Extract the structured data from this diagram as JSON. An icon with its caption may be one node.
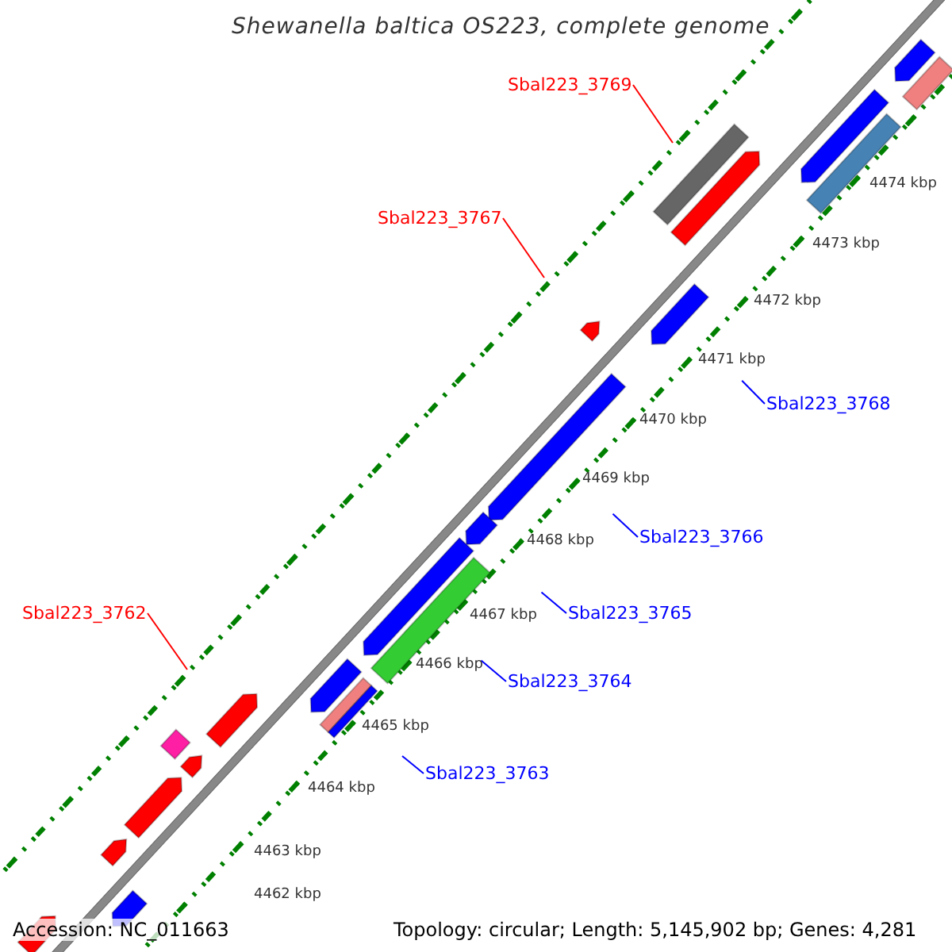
{
  "diagram": {
    "title": "Shewanella baltica OS223, complete genome",
    "nodes": [
      {
        "text": [
          "Sbal223_3769"
        ]
      },
      {
        "text": [
          "Sbal223_3767"
        ]
      },
      {
        "text": [
          "Sbal223_3762"
        ]
      },
      {
        "text": [
          "Sbal223_3768"
        ]
      },
      {
        "text": [
          "Sbal223_3766"
        ]
      },
      {
        "text": [
          "Sbal223_3765"
        ]
      },
      {
        "text": [
          "Sbal223_3764"
        ]
      },
      {
        "text": [
          "Sbal223_3763"
        ]
      }
    ],
    "edges": [
      {
        "from": 0,
        "to": null,
        "arrow": "none",
        "color": "#ff0000"
      },
      {
        "from": 1,
        "to": null,
        "arrow": "none",
        "color": "#ff0000"
      },
      {
        "from": 2,
        "to": null,
        "arrow": "none",
        "color": "#ff0000"
      },
      {
        "from": 3,
        "to": null,
        "arrow": "none"
      },
      {
        "from": 4,
        "to": null,
        "arrow": "none"
      },
      {
        "from": 5,
        "to": null,
        "arrow": "none"
      },
      {
        "from": 6,
        "to": null,
        "arrow": "none"
      },
      {
        "from": 7,
        "to": null,
        "arrow": "none"
      }
    ],
    "labels": [
      "4474 kbp",
      "4473 kbp",
      "4472 kbp",
      "4471 kbp",
      "4470 kbp",
      "4469 kbp",
      "4468 kbp",
      "4467 kbp",
      "4466 kbp",
      "4465 kbp",
      "4464 kbp",
      "4463 kbp",
      "4462 kbp",
      "Accession: NC_011663",
      "Topology: circular; Length: 5,145,902 bp; Genes: 4,281"
    ]
  }
}
